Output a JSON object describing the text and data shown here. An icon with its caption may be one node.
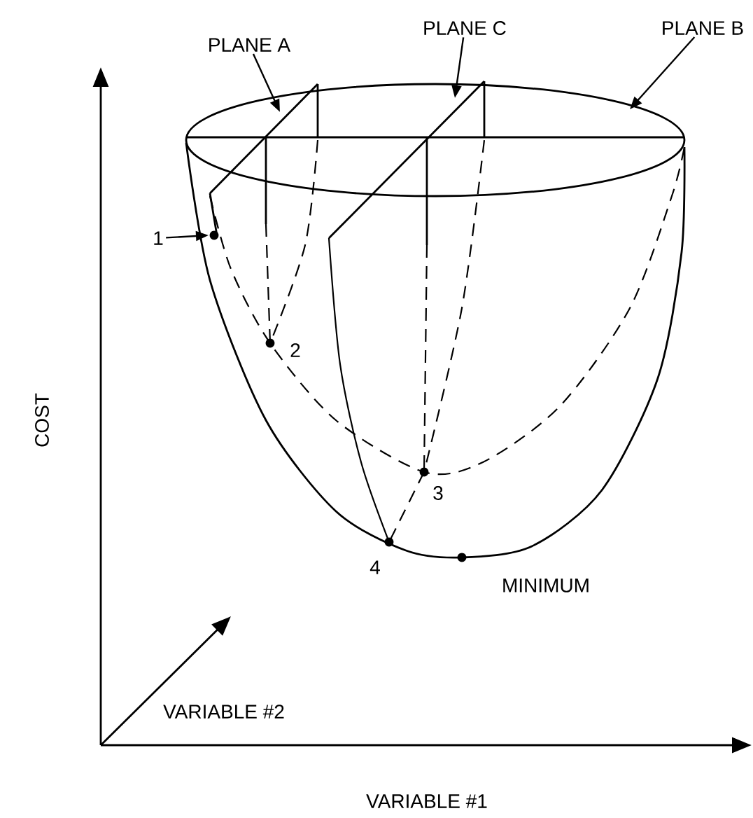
{
  "diagram": {
    "nodes": [
      {
        "text": [
          "PLANE A"
        ]
      },
      {
        "text": [
          "PLANE C"
        ]
      },
      {
        "text": [
          "PLANE B"
        ]
      },
      {
        "text": [
          "1"
        ]
      }
    ],
    "edges": [
      {
        "from": 0,
        "to": null,
        "arrow": "to"
      },
      {
        "from": 1,
        "to": null,
        "arrow": "to"
      },
      {
        "from": 2,
        "to": null,
        "arrow": "to"
      },
      {
        "from": 3,
        "to": null,
        "arrow": "to"
      }
    ],
    "labels": [
      "COST",
      "2",
      "3",
      "4",
      "MINIMUM",
      "VARIABLE #2",
      "VARIABLE #1"
    ]
  }
}
